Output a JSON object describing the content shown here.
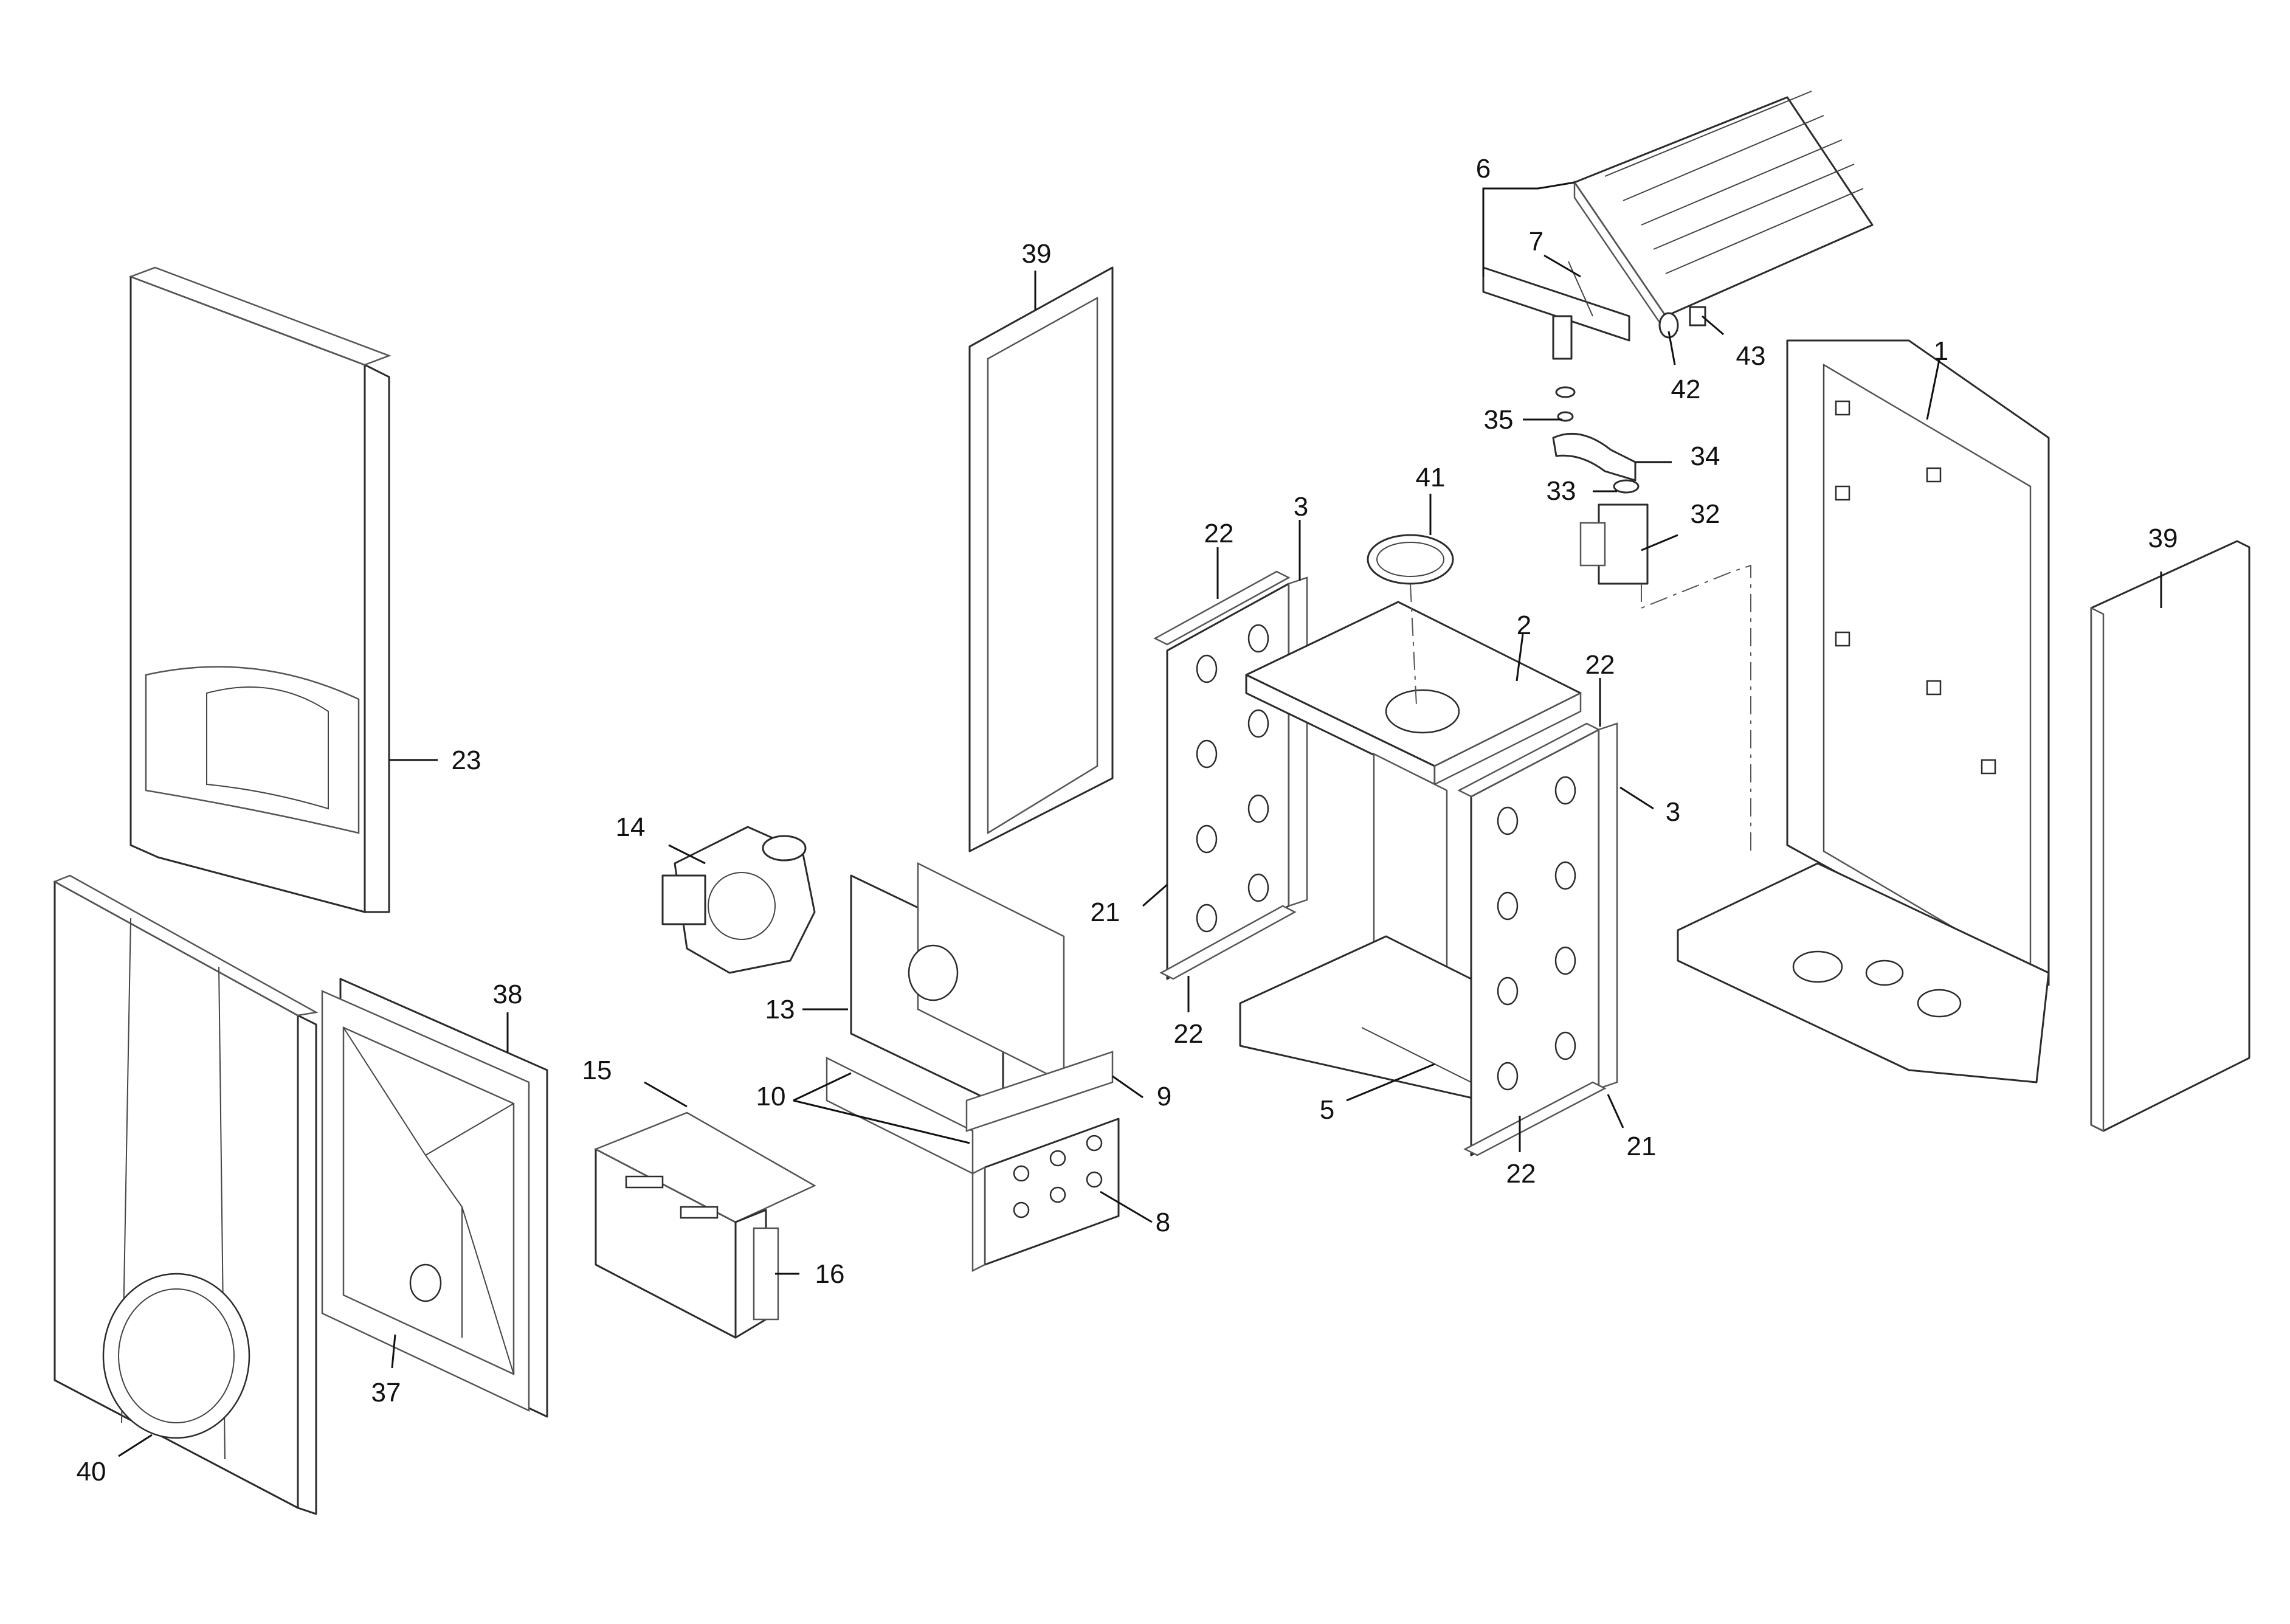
{
  "callouts": [
    {
      "id": "c1",
      "text": "1"
    },
    {
      "id": "c2",
      "text": "2"
    },
    {
      "id": "c3a",
      "text": "3"
    },
    {
      "id": "c3b",
      "text": "3"
    },
    {
      "id": "c5",
      "text": "5"
    },
    {
      "id": "c6",
      "text": "6"
    },
    {
      "id": "c7",
      "text": "7"
    },
    {
      "id": "c8",
      "text": "8"
    },
    {
      "id": "c9",
      "text": "9"
    },
    {
      "id": "c10",
      "text": "10"
    },
    {
      "id": "c13",
      "text": "13"
    },
    {
      "id": "c14",
      "text": "14"
    },
    {
      "id": "c15",
      "text": "15"
    },
    {
      "id": "c16",
      "text": "16"
    },
    {
      "id": "c21a",
      "text": "21"
    },
    {
      "id": "c21b",
      "text": "21"
    },
    {
      "id": "c22a",
      "text": "22"
    },
    {
      "id": "c22b",
      "text": "22"
    },
    {
      "id": "c22c",
      "text": "22"
    },
    {
      "id": "c22d",
      "text": "22"
    },
    {
      "id": "c23",
      "text": "23"
    },
    {
      "id": "c32",
      "text": "32"
    },
    {
      "id": "c33",
      "text": "33"
    },
    {
      "id": "c34",
      "text": "34"
    },
    {
      "id": "c35",
      "text": "35"
    },
    {
      "id": "c37",
      "text": "37"
    },
    {
      "id": "c38",
      "text": "38"
    },
    {
      "id": "c39a",
      "text": "39"
    },
    {
      "id": "c39b",
      "text": "39"
    },
    {
      "id": "c40",
      "text": "40"
    },
    {
      "id": "c41",
      "text": "41"
    },
    {
      "id": "c42",
      "text": "42"
    },
    {
      "id": "c43",
      "text": "43"
    }
  ]
}
